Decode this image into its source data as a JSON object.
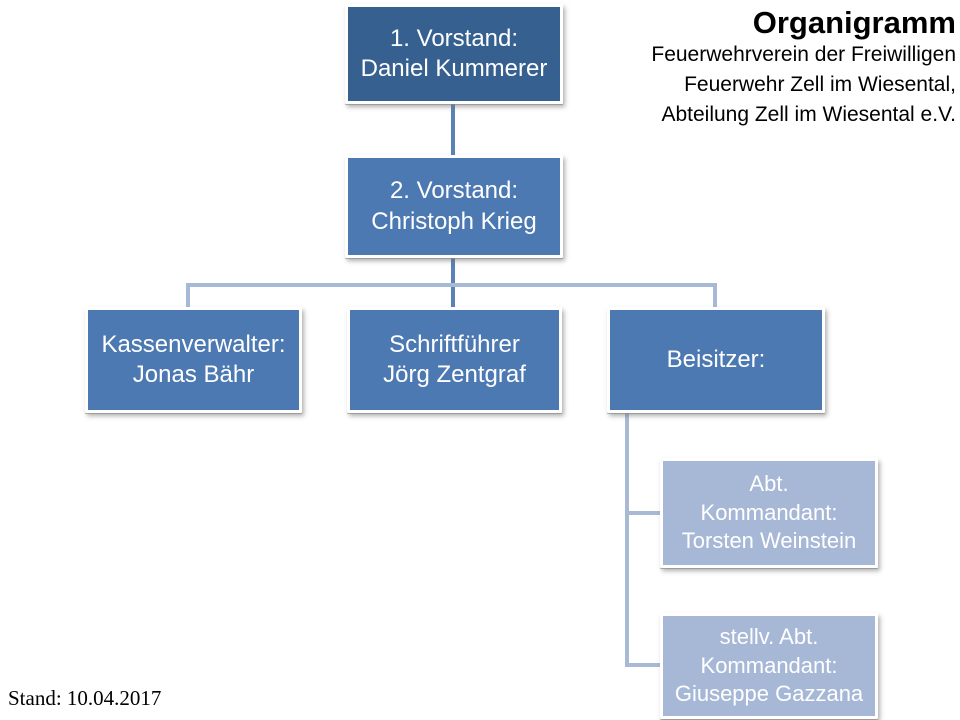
{
  "header": {
    "title": "Organigramm",
    "subtitle_lines": [
      "Feuerwehrverein der Freiwilligen",
      "Feuerwehr Zell im Wiesental,",
      "Abteilung Zell im Wiesental e.V."
    ]
  },
  "footer": {
    "stand": "Stand: 10.04.2017"
  },
  "org": {
    "nodes": [
      {
        "id": "vorstand-1",
        "role": "1. Vorstand:",
        "person": "Daniel Kummerer",
        "lines": [
          "1. Vorstand:",
          "Daniel Kummerer"
        ]
      },
      {
        "id": "vorstand-2",
        "role": "2. Vorstand:",
        "person": "Christoph Krieg",
        "lines": [
          "2. Vorstand:",
          "Christoph Krieg"
        ]
      },
      {
        "id": "kassenverwalter",
        "role": "Kassenverwalter:",
        "person": "Jonas Bähr",
        "lines": [
          "Kassenverwalter:",
          "Jonas Bähr"
        ]
      },
      {
        "id": "schriftfuehrer",
        "role": "Schriftführer",
        "person": "Jörg Zentgraf",
        "lines": [
          "Schriftführer",
          "Jörg Zentgraf"
        ]
      },
      {
        "id": "beisitzer",
        "role": "Beisitzer:",
        "person": "",
        "lines": [
          "Beisitzer:"
        ]
      },
      {
        "id": "abt-kommandant",
        "role": "Abt. Kommandant:",
        "person": "Torsten Weinstein",
        "lines": [
          "Abt.",
          "Kommandant:",
          "Torsten Weinstein"
        ]
      },
      {
        "id": "stellv-abt-kommandant",
        "role": "stellv. Abt. Kommandant:",
        "person": "Giuseppe Gazzana",
        "lines": [
          "stellv. Abt.",
          "Kommandant:",
          "Giuseppe Gazzana"
        ]
      }
    ],
    "colors": {
      "node_dark": "#35608f",
      "node_medium": "#4c79b2",
      "node_light": "#a7b8d7",
      "connector_medium": "#5b82b5",
      "connector_light": "#a8b9d5",
      "node_text": "#ffffff",
      "title_text": "#000000"
    }
  }
}
